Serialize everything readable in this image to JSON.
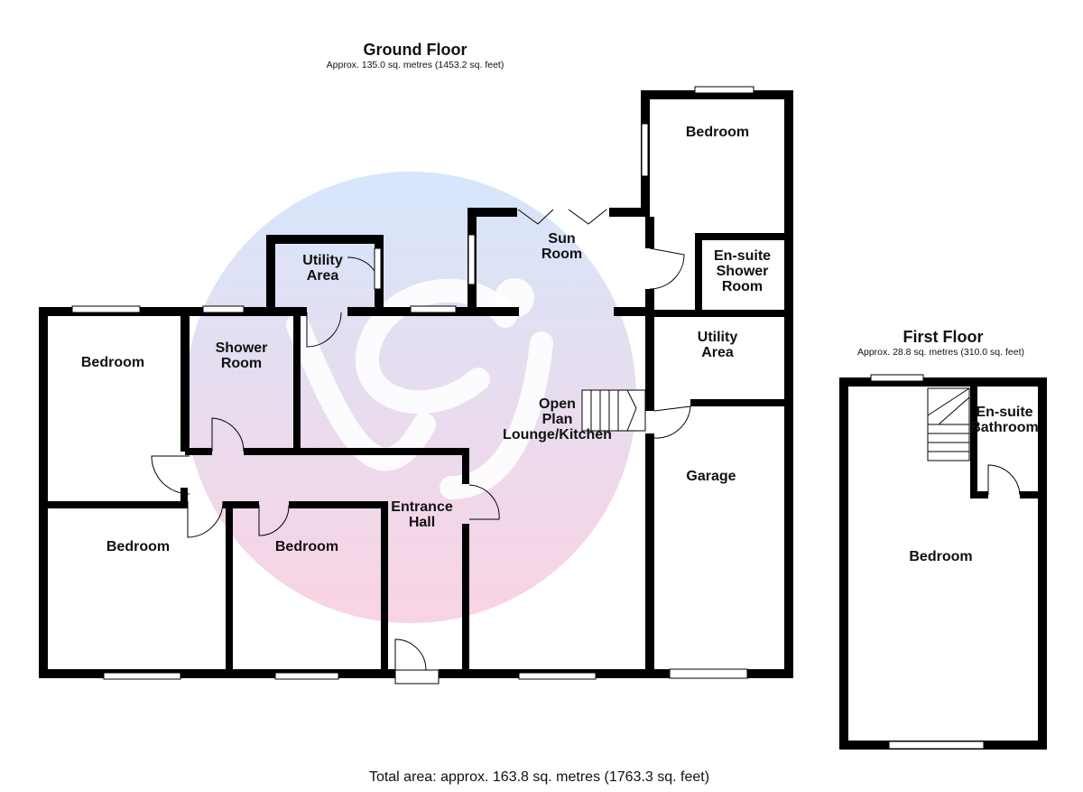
{
  "ground_floor": {
    "title": "Ground Floor",
    "area": "Approx. 135.0 sq. metres (1453.2 sq. feet)",
    "rooms": {
      "bedroom_top_right": "Bedroom",
      "sun_room": "Sun\nRoom",
      "utility_area_top": "Utility\nArea",
      "ensuite_shower": "En-suite\nShower\nRoom",
      "bedroom_top_left": "Bedroom",
      "shower_room": "Shower\nRoom",
      "utility_area_right": "Utility\nArea",
      "open_plan": "Open\nPlan\nLounge/Kitchen",
      "garage": "Garage",
      "entrance_hall": "Entrance\nHall",
      "bedroom_bottom_left": "Bedroom",
      "bedroom_bottom_mid": "Bedroom"
    }
  },
  "first_floor": {
    "title": "First Floor",
    "area": "Approx. 28.8 sq. metres (310.0 sq. feet)",
    "rooms": {
      "ensuite_bathroom": "En-suite\nBathroom",
      "bedroom": "Bedroom"
    }
  },
  "total_area": "Total area: approx. 163.8 sq. metres (1763.3 sq. feet)",
  "colors": {
    "wall": "#000000",
    "watermark_top": "#d6e6fb",
    "watermark_bottom": "#f9d3e3"
  }
}
